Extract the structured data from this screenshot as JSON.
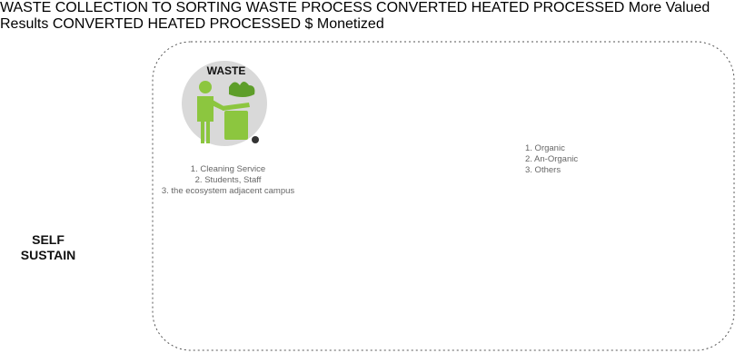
{
  "diagram": {
    "stage1": {
      "title": "WASTE",
      "sources": [
        "1. Cleaning Service",
        "2. Students, Staff",
        "3. the ecosystem adjacent campus"
      ]
    },
    "stage2": {
      "title_line1": "WASTE",
      "title_line2": "COLLECTION"
    },
    "stage3": {
      "sign": "TO SORTING",
      "categories": [
        "1. Organic",
        "2. An-Organic",
        "3. Others"
      ]
    },
    "stage4": {
      "title": "WASTE PROCESS",
      "steps": [
        "CONVERTED",
        "HEATED",
        "PROCESSED"
      ]
    },
    "stage5": {
      "title": "More Valued Results",
      "steps": [
        "CONVERTED",
        "HEATED",
        "PROCESSED"
      ]
    },
    "stage6": {
      "symbol": "$",
      "label": "Monetized"
    },
    "loop": {
      "line1": "SELF",
      "line2": "SUSTAIN"
    },
    "colors": {
      "green": "#8cc63f",
      "dark_green": "#5e9e2a",
      "gray_circle": "#d9d9d9",
      "arrow_gray": "#c8c8c8",
      "orange": "#e8782a",
      "dollar_bg": "#f2e2b8"
    }
  }
}
